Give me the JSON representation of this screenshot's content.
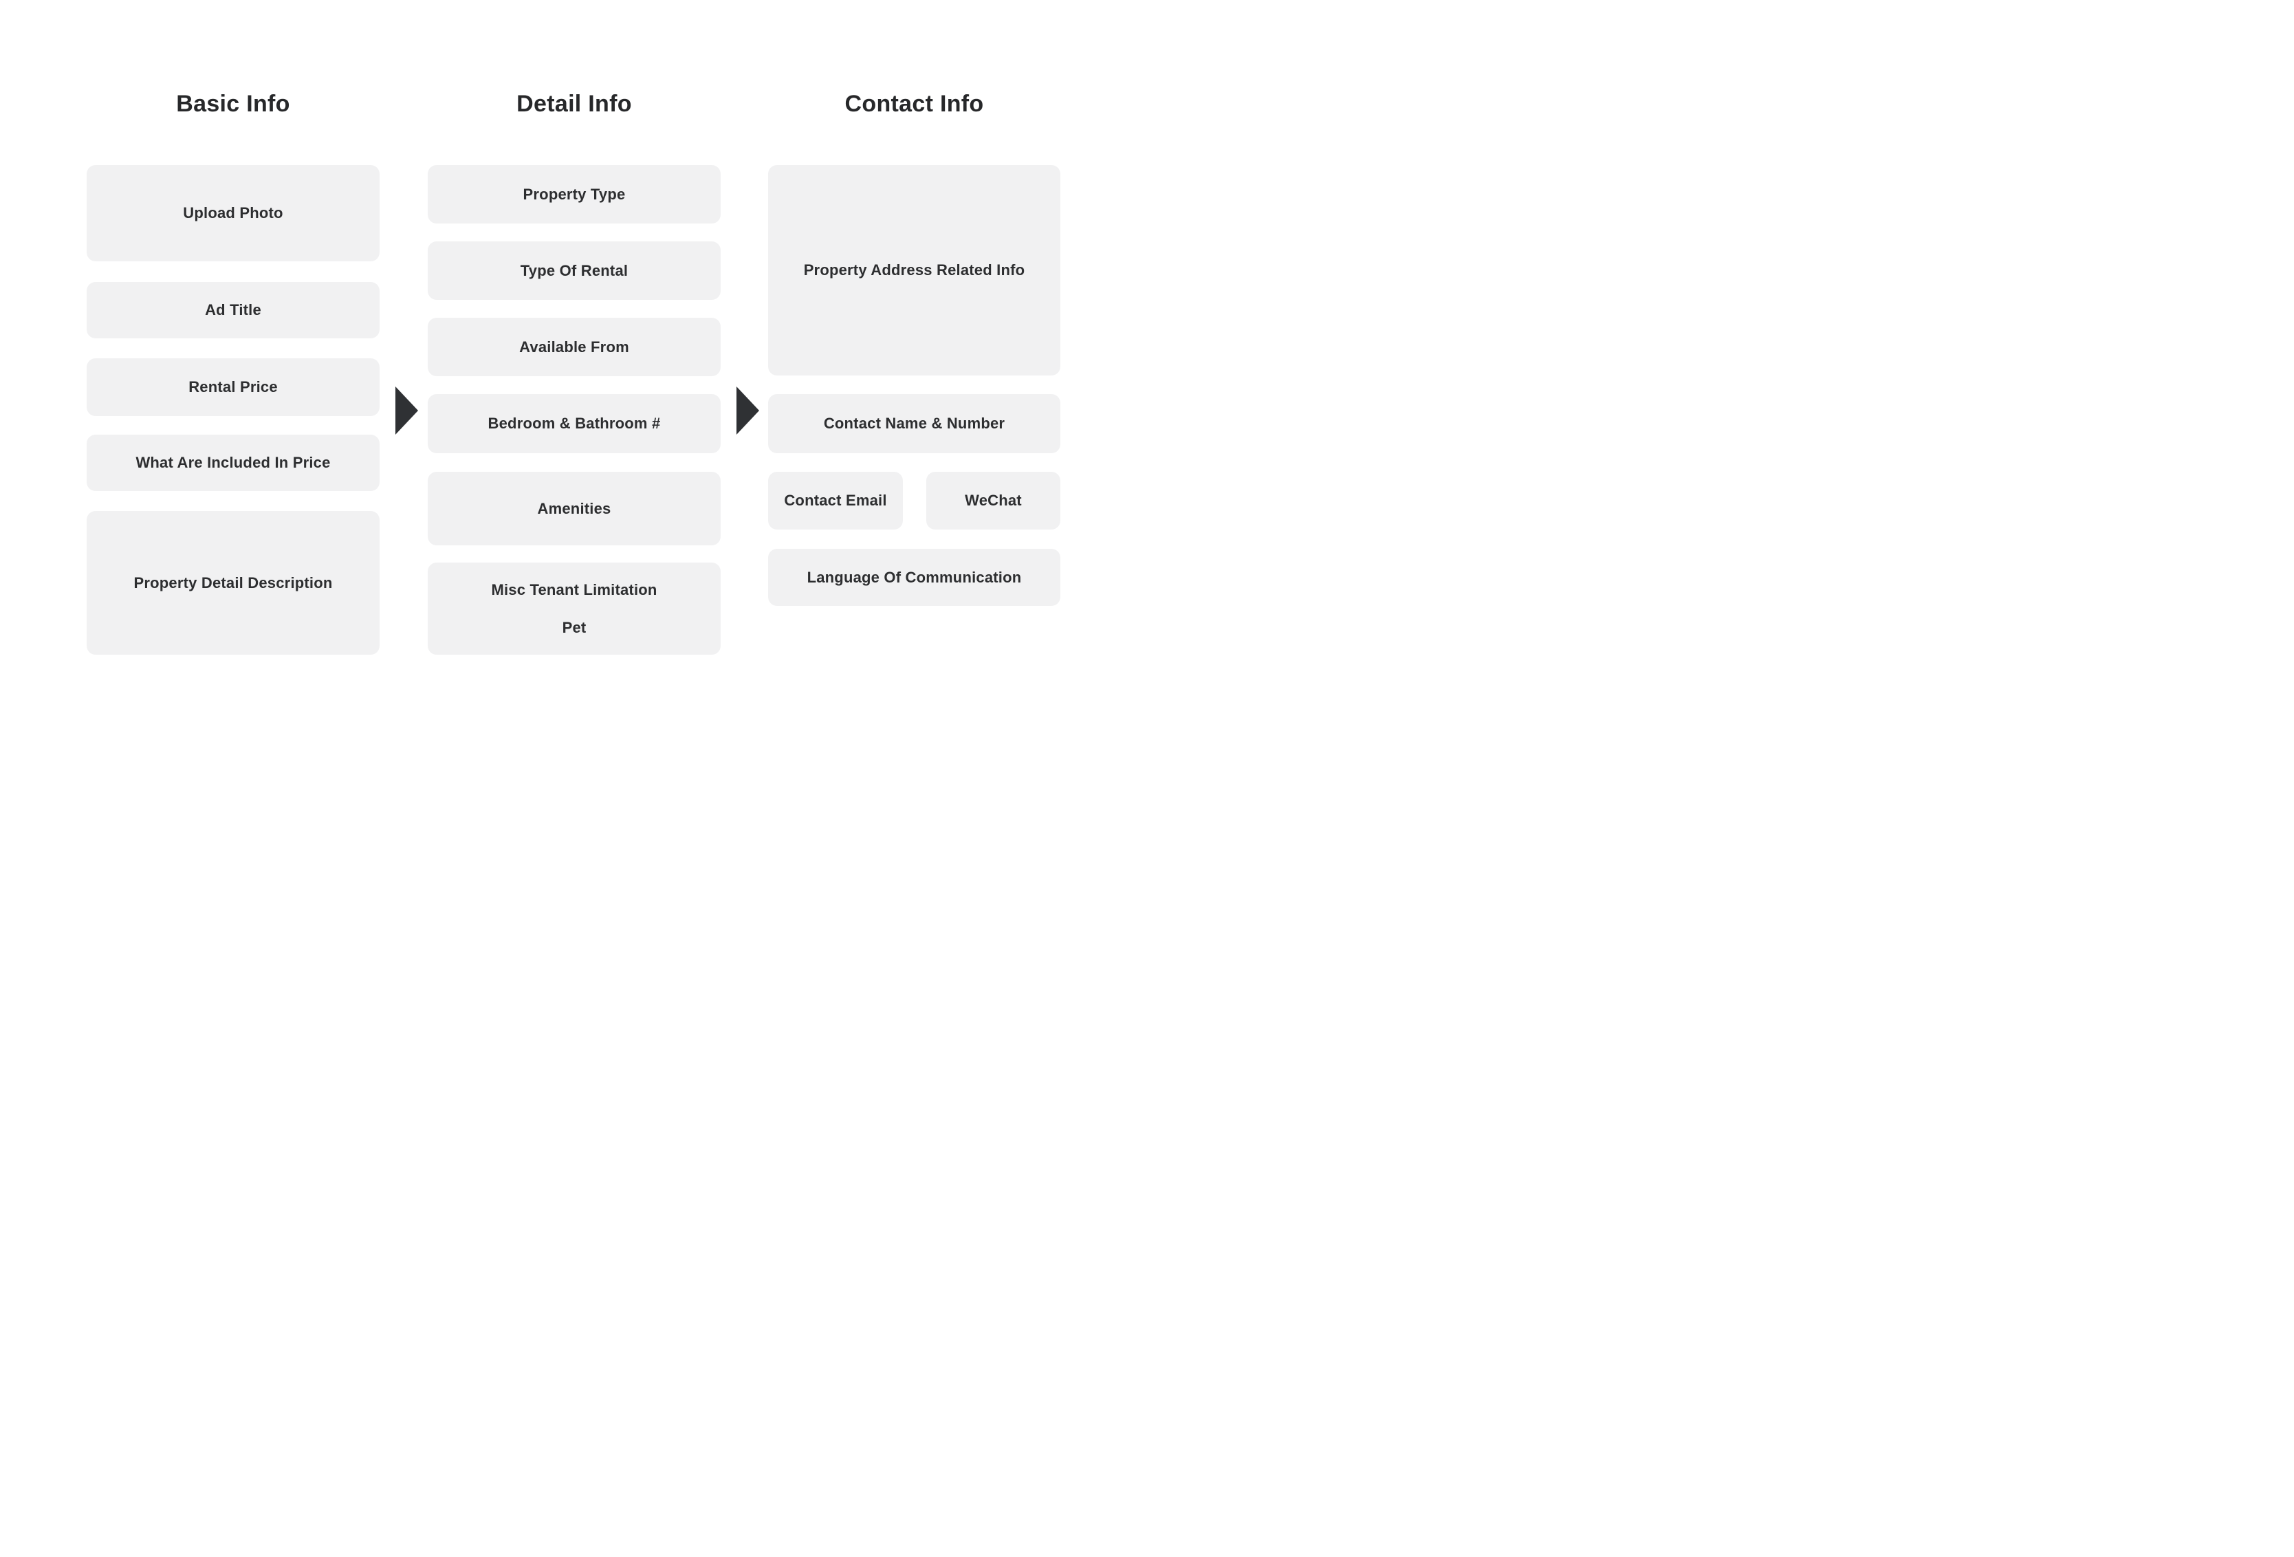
{
  "diagram": {
    "colors": {
      "background": "#ffffff",
      "box_fill": "#f1f1f2",
      "text": "#2d2e30",
      "header_text": "#27282a",
      "arrow": "#2f3134"
    },
    "arrows": [
      {
        "name": "basic-to-detail"
      },
      {
        "name": "detail-to-contact"
      }
    ],
    "columns": [
      {
        "title": "Basic Info",
        "boxes": [
          {
            "label": "Upload Photo"
          },
          {
            "label": "Ad Title"
          },
          {
            "label": "Rental Price"
          },
          {
            "label": "What Are Included In Price"
          },
          {
            "label": "Property Detail Description"
          }
        ]
      },
      {
        "title": "Detail Info",
        "boxes": [
          {
            "label": "Property Type"
          },
          {
            "label": "Type Of Rental"
          },
          {
            "label": "Available From"
          },
          {
            "label": "Bedroom & Bathroom #"
          },
          {
            "label": "Amenities"
          },
          {
            "lines": [
              "Misc Tenant Limitation",
              "Pet"
            ]
          }
        ]
      },
      {
        "title": "Contact Info",
        "boxes": [
          {
            "label": "Property Address Related Info"
          },
          {
            "label": "Contact Name & Number"
          },
          {
            "label": "Contact Email"
          },
          {
            "label": "WeChat"
          },
          {
            "label": "Language Of Communication"
          }
        ]
      }
    ]
  }
}
